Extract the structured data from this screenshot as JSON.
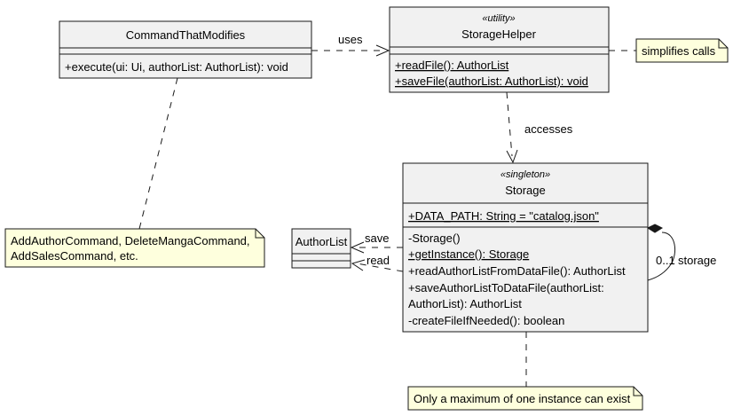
{
  "classes": {
    "command": {
      "name": "CommandThatModifies",
      "methods": [
        "+execute(ui: Ui, authorList: AuthorList): void"
      ]
    },
    "storage_helper": {
      "stereotype": "«utility»",
      "name": "StorageHelper",
      "methods": [
        "+readFile(): AuthorList",
        "+saveFile(authorList: AuthorList): void"
      ]
    },
    "storage": {
      "stereotype": "«singleton»",
      "name": "Storage",
      "fields": [
        "+DATA_PATH: String = \"catalog.json\""
      ],
      "methods": [
        "-Storage()",
        "+getInstance(): Storage",
        "+readAuthorListFromDataFile(): AuthorList",
        "+saveAuthorListToDataFile(authorList:",
        "AuthorList): AuthorList",
        "-createFileIfNeeded(): boolean"
      ]
    },
    "author_list": {
      "name": "AuthorList"
    }
  },
  "notes": {
    "helper_note": "simplifies calls",
    "command_note": [
      "AddAuthorCommand, DeleteMangaCommand,",
      "AddSalesCommand, etc."
    ],
    "storage_note": "Only a maximum of one instance can exist"
  },
  "relations": {
    "uses": "uses",
    "accesses": "accesses",
    "save": "save",
    "read": "read",
    "self_multiplicity": "0..1",
    "self_role": "storage"
  }
}
